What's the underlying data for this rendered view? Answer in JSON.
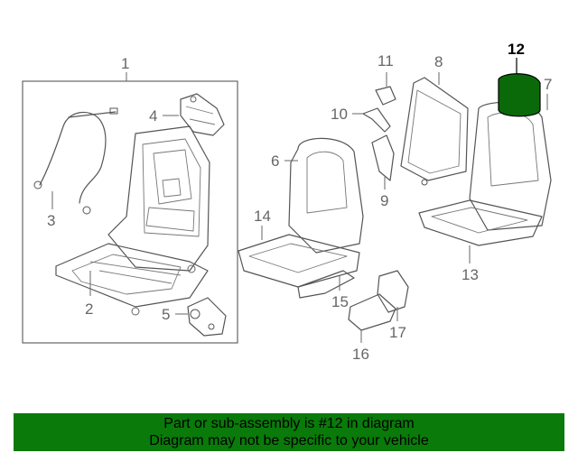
{
  "diagram": {
    "highlight_color": "#0a6a0a",
    "callouts": {
      "c1": "1",
      "c2": "2",
      "c3": "3",
      "c4": "4",
      "c5": "5",
      "c6": "6",
      "c7": "7",
      "c8": "8",
      "c9": "9",
      "c10": "10",
      "c11": "11",
      "c12": "12",
      "c13": "13",
      "c14": "14",
      "c15": "15",
      "c16": "16",
      "c17": "17"
    }
  },
  "banner": {
    "line1": "Part or sub-assembly is #12 in diagram",
    "line2": "Diagram may not be specific to your vehicle",
    "color": "#0a7a0a"
  }
}
